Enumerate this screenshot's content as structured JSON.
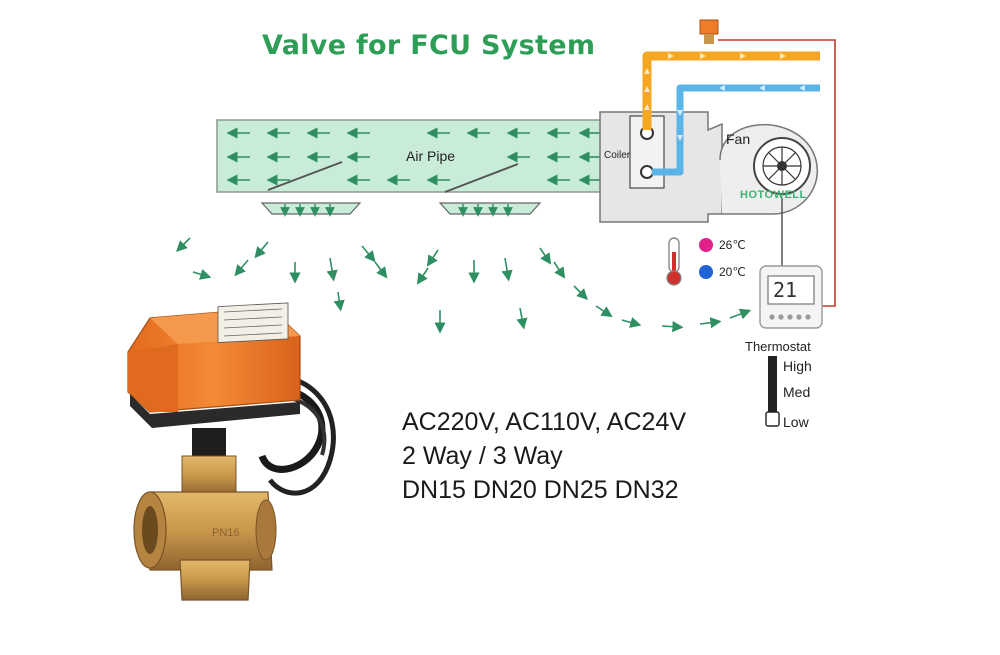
{
  "title": "Valve for FCU System",
  "labels": {
    "air_pipe": "Air Pipe",
    "coiler": "Coiler",
    "fan": "Fan",
    "brand": "HOTOWELL",
    "temp_hot": "26℃",
    "temp_cold": "20℃",
    "thermostat": "Thermostat",
    "thermostat_display": "21",
    "speed_high": "High",
    "speed_med": "Med",
    "speed_low": "Low"
  },
  "specs": {
    "voltage": "AC220V, AC110V, AC24V",
    "ways": "2 Way / 3 Way",
    "sizes": "DN15 DN20 DN25 DN32"
  },
  "colors": {
    "title": "#2e9e57",
    "air_pipe": "#c9ecd9",
    "air_arrow": "#2f8f62",
    "hot_pipe": "#f5a623",
    "cold_pipe": "#5ab4e8",
    "wire": "#c0392b",
    "actuator": "#ee7d2a",
    "brass": "#c8974a"
  }
}
